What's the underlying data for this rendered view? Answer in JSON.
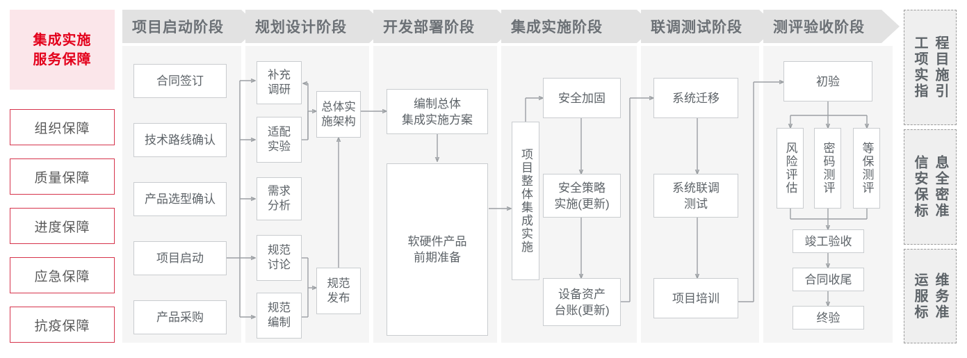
{
  "left_panel": {
    "title": "集成实施\n服务保障",
    "title_line1": "集成实施",
    "title_line2": "服务保障",
    "accent_color": "#e3001b",
    "title_bg": "#fbe6ea",
    "border_color": "#d6334b",
    "items": [
      {
        "label": "组织保障"
      },
      {
        "label": "质量保障"
      },
      {
        "label": "进度保障"
      },
      {
        "label": "应急保障"
      },
      {
        "label": "抗疫保障"
      }
    ]
  },
  "phases": [
    {
      "id": "phase-qidong",
      "header": "项目启动阶段",
      "nodes": [
        {
          "id": "n-hetongqianding",
          "label": "合同签订"
        },
        {
          "id": "n-jishuluxian",
          "label": "技术路线确认"
        },
        {
          "id": "n-chanpinxuanxing",
          "label": "产品选型确认"
        },
        {
          "id": "n-xiangmuqidong",
          "label": "项目启动"
        },
        {
          "id": "n-chanpincaigou",
          "label": "产品采购"
        }
      ]
    },
    {
      "id": "phase-guihua",
      "header": "规划设计阶段",
      "nodes": [
        {
          "id": "n-buchongdiaoyan",
          "label": "补充\n调研",
          "l1": "补充",
          "l2": "调研"
        },
        {
          "id": "n-shipeishiyan",
          "label": "适配\n实验",
          "l1": "适配",
          "l2": "实验"
        },
        {
          "id": "n-xuqiufenxi",
          "label": "需求\n分析",
          "l1": "需求",
          "l2": "分析"
        },
        {
          "id": "n-guifantaolun",
          "label": "规范\n讨论",
          "l1": "规范",
          "l2": "讨论"
        },
        {
          "id": "n-guifanbianzhi",
          "label": "规范\n编制",
          "l1": "规范",
          "l2": "编制"
        },
        {
          "id": "n-zongtishishi",
          "label": "总体实\n施架构",
          "l1": "总体实",
          "l2": "施架构"
        },
        {
          "id": "n-guifanfabu",
          "label": "规范\n发布",
          "l1": "规范",
          "l2": "发布"
        }
      ]
    },
    {
      "id": "phase-kaifa",
      "header": "开发部署阶段",
      "nodes": [
        {
          "id": "n-bianzhizongti",
          "label": "编制总体\n集成实施方案",
          "l1": "编制总体",
          "l2": "集成实施方案"
        },
        {
          "id": "n-ruanyingjian",
          "label": "软硬件产品\n前期准备",
          "l1": "软硬件产品",
          "l2": "前期准备"
        }
      ]
    },
    {
      "id": "phase-jicheng",
      "header": "集成实施阶段",
      "nodes": [
        {
          "id": "n-xiangmuzhengti",
          "label": "项目整体集成实施"
        },
        {
          "id": "n-anquanjiagu",
          "label": "安全加固"
        },
        {
          "id": "n-anquancelve",
          "label": "安全策略\n实施(更新)",
          "l1": "安全策略",
          "l2": "实施(更新)"
        },
        {
          "id": "n-shebeizichan",
          "label": "设备资产\n台账(更新)",
          "l1": "设备资产",
          "l2": "台账(更新)"
        }
      ]
    },
    {
      "id": "phase-liandiao",
      "header": "联调测试阶段",
      "nodes": [
        {
          "id": "n-xitongqianyi",
          "label": "系统迁移"
        },
        {
          "id": "n-xitongliandiao",
          "label": "系统联调\n测试",
          "l1": "系统联调",
          "l2": "测试"
        },
        {
          "id": "n-xiangmupeixun",
          "label": "项目培训"
        }
      ]
    },
    {
      "id": "phase-ceping",
      "header": "测评验收阶段",
      "nodes": [
        {
          "id": "n-chuyan",
          "label": "初验"
        },
        {
          "id": "n-fengxianpinggu",
          "label": "风险评估"
        },
        {
          "id": "n-mimaceping",
          "label": "密码测评"
        },
        {
          "id": "n-dengbaoceping",
          "label": "等保测评"
        },
        {
          "id": "n-jungongyanshou",
          "label": "竣工验收"
        },
        {
          "id": "n-hetongshouwei",
          "label": "合同收尾"
        },
        {
          "id": "n-zhongyan",
          "label": "终验"
        }
      ]
    }
  ],
  "standards_panel": [
    {
      "id": "std-gongcheng",
      "col_right": "程目施引",
      "col_left": "工项实指",
      "full": "工程项目实施指引"
    },
    {
      "id": "std-xinxi",
      "col_right": "息全密准",
      "col_left": "信安保标",
      "full": "信息安全保密标准"
    },
    {
      "id": "std-yunwei",
      "col_right": "维务准",
      "col_left": "运服标",
      "full": "运维服务标准"
    }
  ]
}
